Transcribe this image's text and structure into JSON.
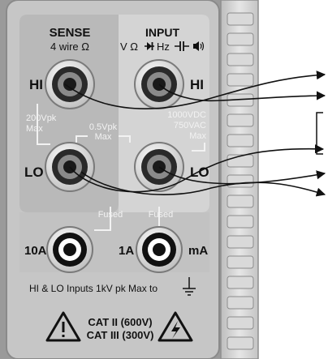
{
  "panel": {
    "sense": {
      "title": "SENSE",
      "subtitle": "4 wire Ω"
    },
    "input": {
      "title": "INPUT",
      "subtitle_left": "V Ω",
      "subtitle_hz": "Hz"
    },
    "labels": {
      "hi_left": "HI",
      "hi_right": "HI",
      "lo_left": "LO",
      "lo_right": "LO",
      "ten_a": "10A",
      "one_a": "1A",
      "ma": "mA"
    },
    "ratings": {
      "sense_max_line1": "200Vpk",
      "sense_max_line2": "Max",
      "lo_max_line1": "0.5Vpk",
      "lo_max_line2": "Max",
      "input_max_line1": "1000VDC",
      "input_max_line2": "750VAC",
      "input_max_line3": "Max",
      "fused_left": "Fused",
      "fused_right": "Fused"
    },
    "footer": {
      "inputs_note": "HI & LO Inputs 1kV pk Max to",
      "cat_ii": "CAT II (600V)",
      "cat_iii": "CAT III (300V)"
    }
  },
  "colors": {
    "panel": "#c8c8c8",
    "recess": "#b8b8b8",
    "input_recess": "#d6d6d6",
    "rim": "#dcdcdc",
    "text_dark": "#111111",
    "text_light": "#f4f4f4",
    "wire": "#111111"
  }
}
